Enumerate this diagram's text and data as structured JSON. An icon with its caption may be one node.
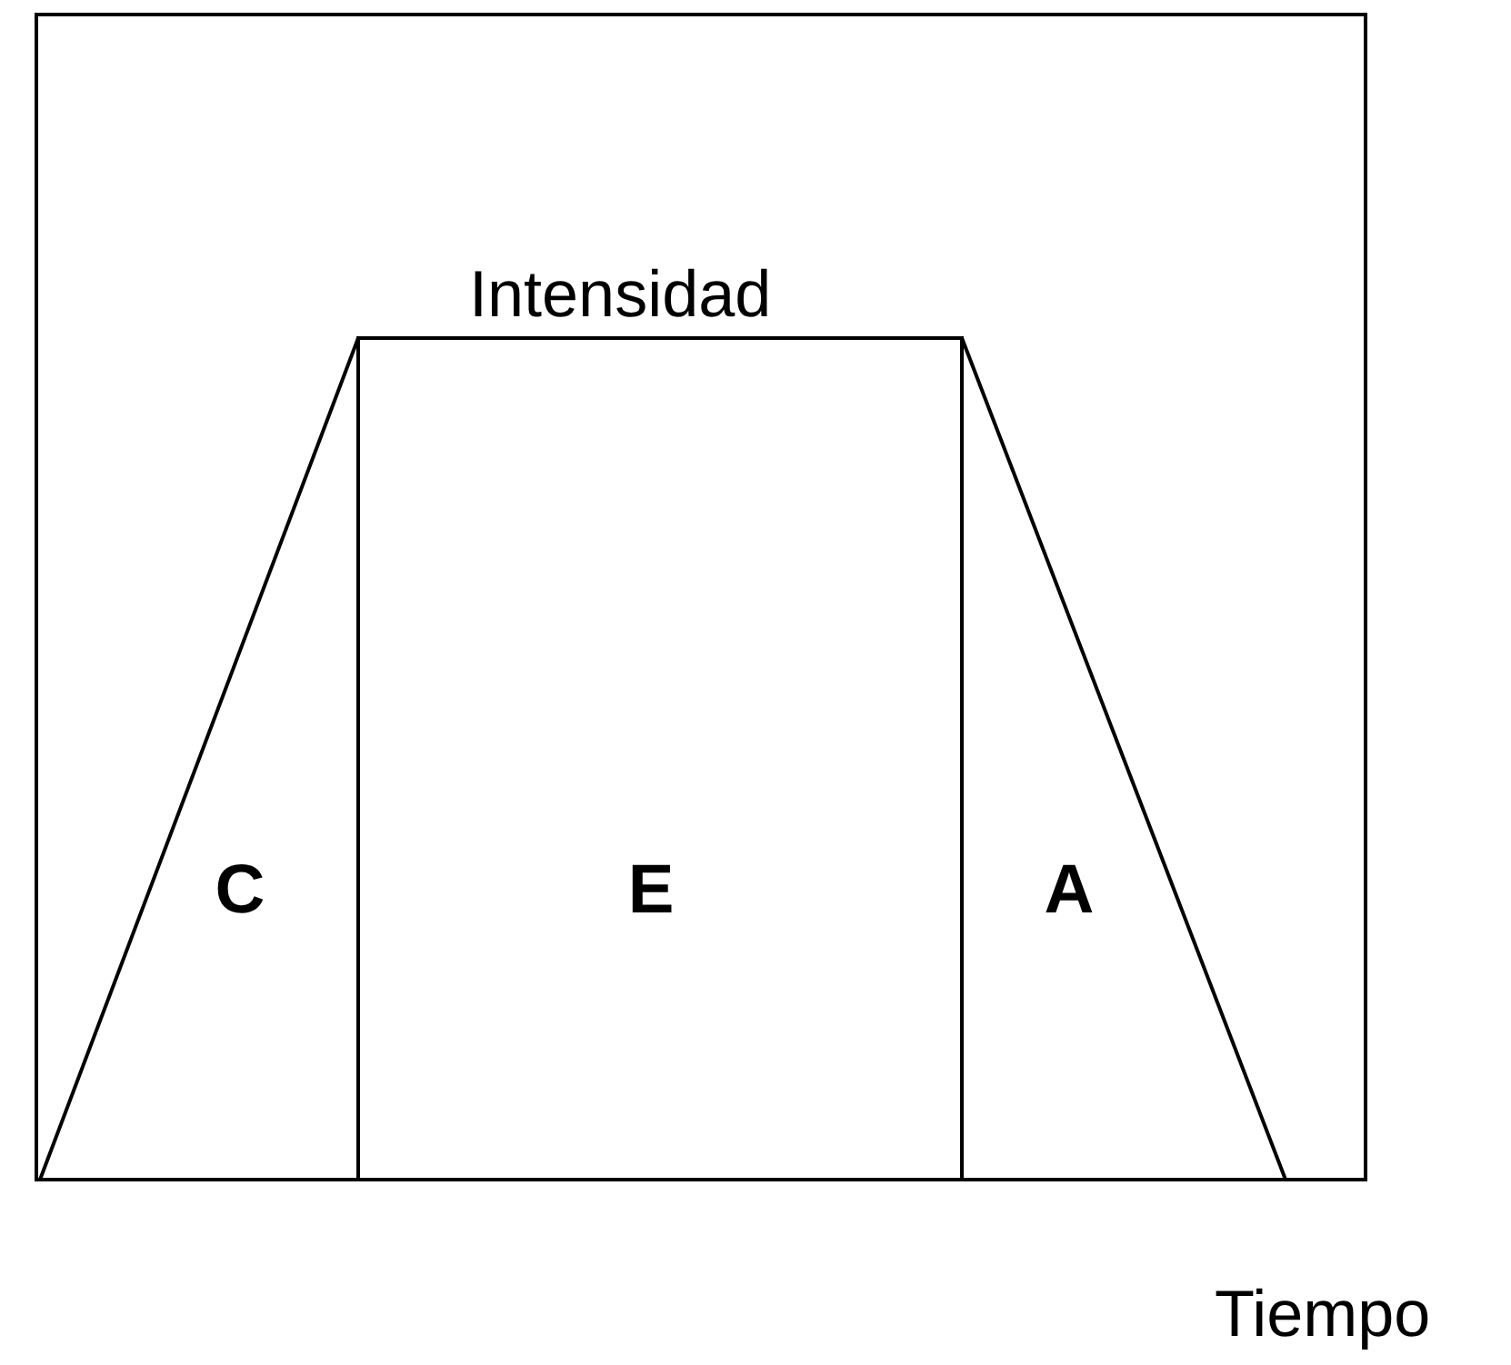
{
  "diagram": {
    "nodes": [
      {
        "text": [
          "C"
        ]
      },
      {
        "text": [
          "E"
        ]
      },
      {
        "text": [
          "A"
        ]
      }
    ],
    "labels": [
      "Intensidad",
      "Tiempo"
    ]
  }
}
